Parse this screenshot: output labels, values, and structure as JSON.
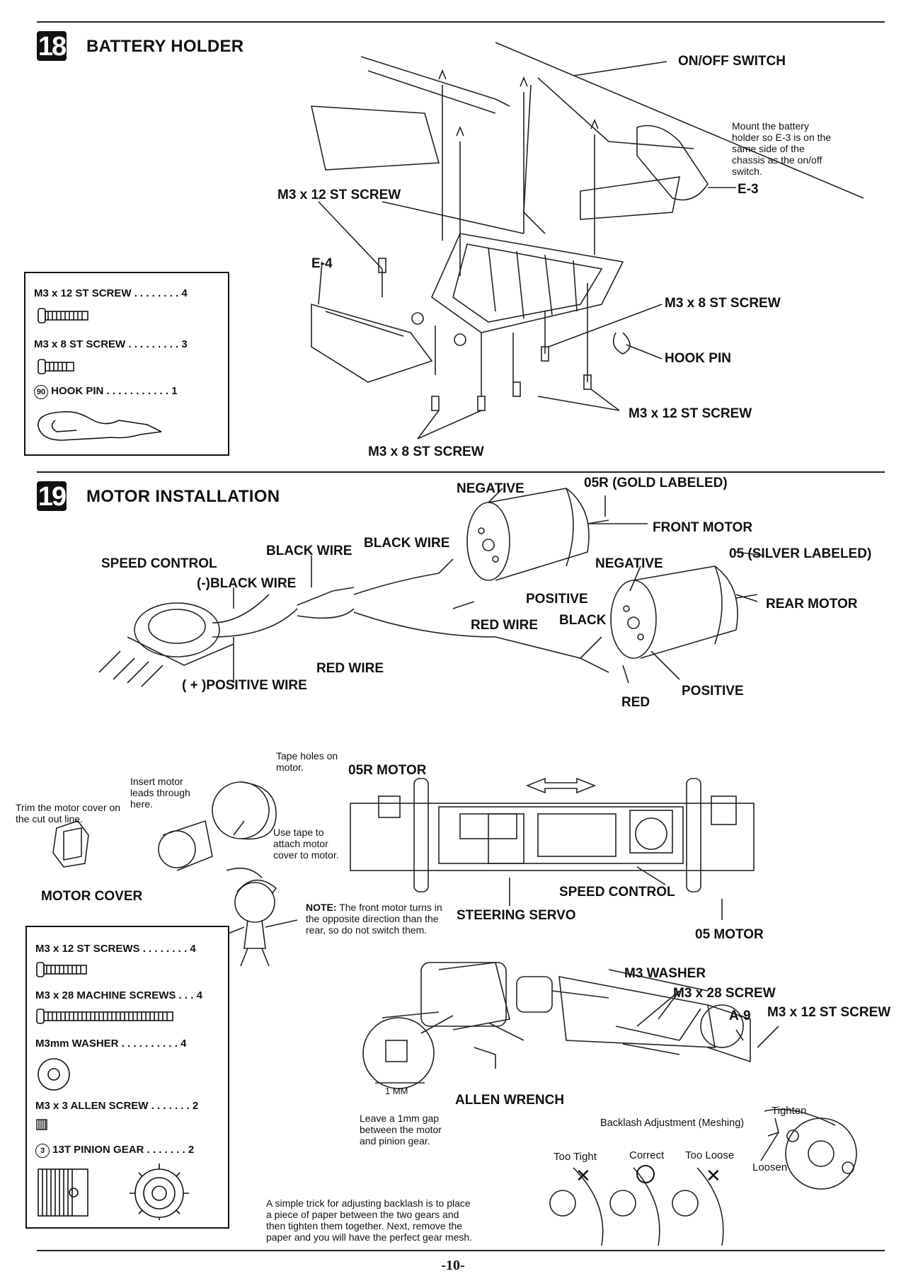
{
  "step18": {
    "number": "18",
    "title": "BATTERY HOLDER",
    "labels": {
      "on_off_switch": "ON/OFF SWITCH",
      "m3x12_top": "M3 x 12 ST SCREW",
      "e3": "E-3",
      "e4": "E-4",
      "m3x8_right": "M3 x 8 ST SCREW",
      "hook_pin": "HOOK PIN",
      "m3x12_bottom": "M3 x 12 ST SCREW",
      "m3x8_bottom": "M3 x 8 ST SCREW"
    },
    "note": "Mount the battery holder so E-3 is on the same side of the chassis as the on/off switch.",
    "parts": [
      {
        "name": "M3 x 12 ST SCREW",
        "leader": ". . . . . . . .",
        "qty": "4",
        "icon": "screw-short-icon"
      },
      {
        "name": "M3 x 8 ST SCREW",
        "leader": ". . . . . . . . .",
        "qty": "3",
        "icon": "screw-tiny-icon"
      },
      {
        "name": "HOOK PIN",
        "prefix": "90",
        "leader": ". . . . . . . . . . .",
        "qty": "1",
        "icon": "hook-pin-icon"
      }
    ]
  },
  "step19": {
    "number": "19",
    "title": "MOTOR INSTALLATION",
    "labels": {
      "negative_front": "NEGATIVE",
      "gold_labeled": "05R (GOLD LABELED)",
      "front_motor": "FRONT MOTOR",
      "black_wire_a": "BLACK WIRE",
      "black_wire_b": "BLACK WIRE",
      "speed_control": "SPEED CONTROL",
      "neg_black_wire": "(-)BLACK WIRE",
      "positive_front": "POSITIVE",
      "red_wire_a": "RED WIRE",
      "negative_rear": "NEGATIVE",
      "silver_labeled": "05 (SILVER LABELED)",
      "rear_motor": "REAR MOTOR",
      "black": "BLACK",
      "red_wire_b": "RED WIRE",
      "pos_positive_wire": "( + )POSITIVE WIRE",
      "positive_rear": "POSITIVE",
      "red": "RED"
    },
    "mid": {
      "tape_holes": "Tape holes on motor.",
      "insert_motor": "Insert motor leads through here.",
      "trim_cover": "Trim the motor cover on the cut out line.",
      "use_tape": "Use tape to attach motor cover to motor.",
      "motor_cover": "MOTOR COVER",
      "o5r_motor": "05R MOTOR",
      "speed_control": "SPEED CONTROL",
      "steering_servo": "STEERING SERVO",
      "o5_motor": "05 MOTOR",
      "note_lead": "NOTE:",
      "note_text": "The front motor turns in the opposite direction than the rear, so do not switch them."
    },
    "assembly": {
      "m3_washer": "M3 WASHER",
      "m3x28_screw": "M3 x 28 SCREW",
      "a9": "A-9",
      "m3x12_st_screw": "M3 x 12 ST SCREW",
      "allen_wrench": "ALLEN WRENCH",
      "one_mm": "1 MM",
      "gap_note": "Leave a 1mm gap between the motor and pinion gear.",
      "backlash_title": "Backlash Adjustment (Meshing)",
      "too_tight": "Too Tight",
      "correct": "Correct",
      "too_loose": "Too Loose",
      "tighten": "Tighten",
      "loosen": "Loosen",
      "trick": "A simple trick for adjusting backlash is to place a piece of paper between the two gears and then tighten them together. Next, remove the paper and you will have the perfect gear mesh."
    },
    "parts": [
      {
        "name": "M3 x 12 ST SCREWS",
        "leader": ". . . . . . . .",
        "qty": "4",
        "icon": "screw-short-icon"
      },
      {
        "name": "M3 x 28 MACHINE SCREWS",
        "leader": ". . .",
        "qty": "4",
        "icon": "screw-long-icon"
      },
      {
        "name": "M3mm WASHER",
        "leader": ". . . . . . . . . .",
        "qty": "4",
        "icon": "washer-icon"
      },
      {
        "name": "M3 x 3 ALLEN SCREW",
        "leader": ". . . . . . .",
        "qty": "2",
        "icon": "allen-screw-icon"
      },
      {
        "name": "13T PINION GEAR",
        "prefix": "3",
        "leader": ". . . . . . .",
        "qty": "2",
        "icon": "pinion-gear-icon"
      }
    ]
  },
  "footer": {
    "page": "-10-"
  }
}
